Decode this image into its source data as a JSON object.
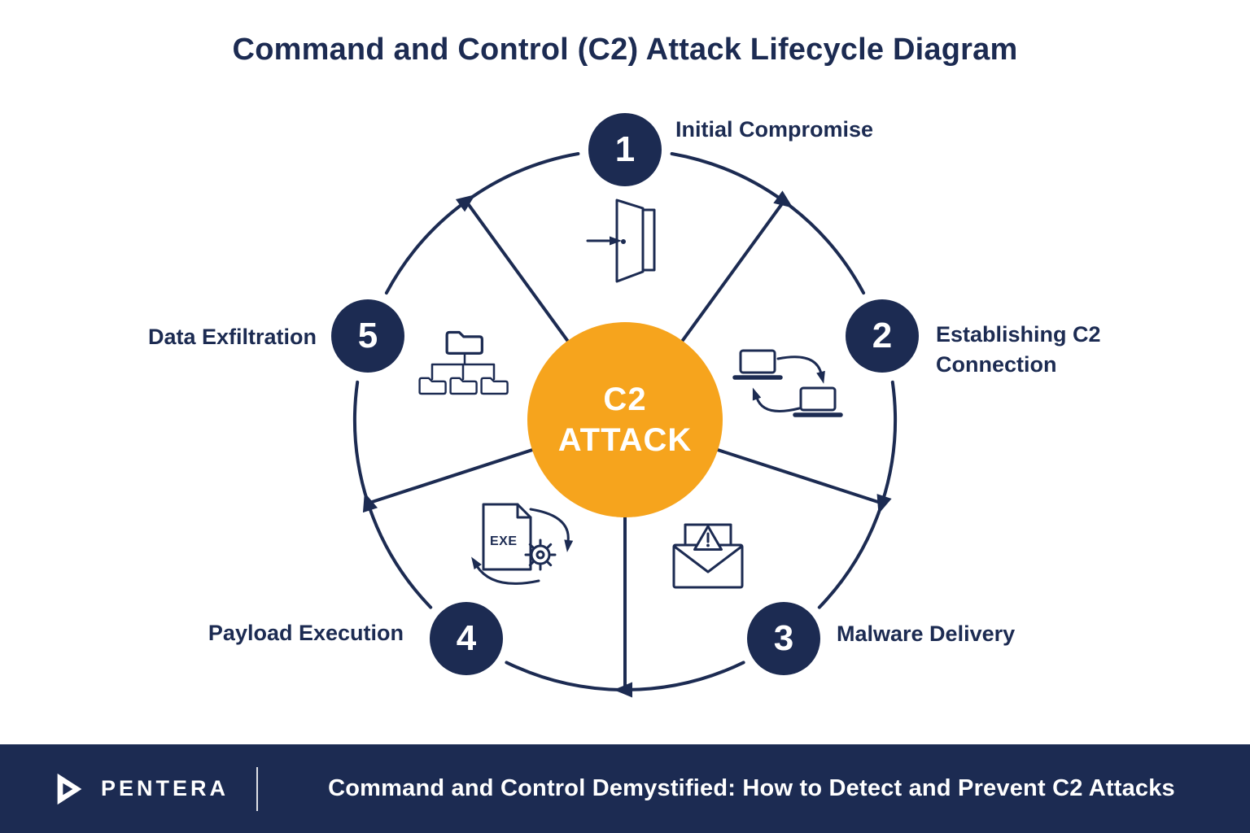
{
  "title": "Command and Control (C2) Attack Lifecycle Diagram",
  "center": {
    "line1": "C2",
    "line2": "ATTACK"
  },
  "stages": [
    {
      "number": "1",
      "label": "Initial Compromise",
      "icon": "open-door-icon"
    },
    {
      "number": "2",
      "label": "Establishing C2 Connection",
      "icon": "laptops-sync-icon"
    },
    {
      "number": "3",
      "label": "Malware Delivery",
      "icon": "malware-email-icon"
    },
    {
      "number": "4",
      "label": "Payload Execution",
      "icon": "exe-gear-icon"
    },
    {
      "number": "5",
      "label": "Data Exfiltration",
      "icon": "folder-tree-icon"
    }
  ],
  "icons": {
    "exe_label": "EXE"
  },
  "footer": {
    "brand": "PENTERA",
    "logo_icon": "pentera-logo-icon",
    "tagline": "Command and Control Demystified: How to Detect and Prevent C2 Attacks"
  },
  "colors": {
    "navy": "#1C2B52",
    "orange": "#F6A41D",
    "white": "#FFFFFF",
    "background": "#FFFFFF"
  }
}
